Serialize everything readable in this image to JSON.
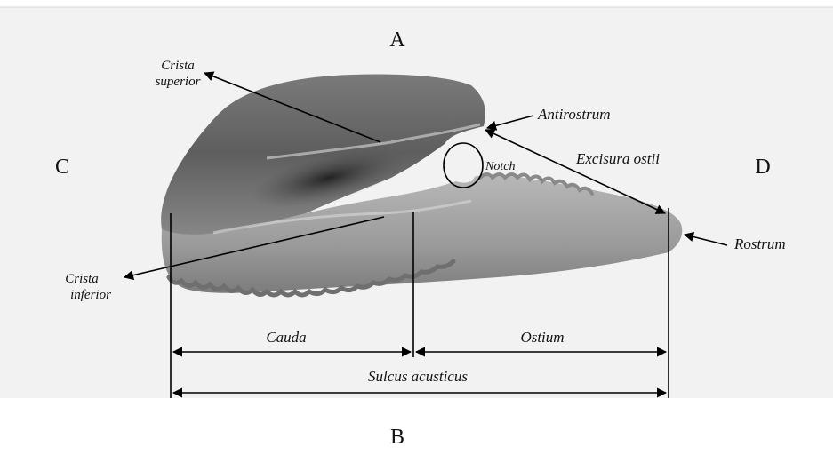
{
  "orientation": {
    "top": "A",
    "bottom": "B",
    "left": "C",
    "right": "D"
  },
  "labels": {
    "crista_superior_line1": "Crista",
    "crista_superior_line2": "superior",
    "crista_inferior_line1": "Crista",
    "crista_inferior_line2": "inferior",
    "antirostrum": "Antirostrum",
    "excisura_ostii": "Excisura ostii",
    "notch": "Notch",
    "rostrum": "Rostrum"
  },
  "measurements": {
    "cauda": "Cauda",
    "ostium": "Ostium",
    "sulcus_acusticus": "Sulcus acusticus"
  },
  "colors": {
    "background": "#ffffff",
    "photo_background": "#f1f1f1",
    "otolith_dark": "#3f3f3f",
    "otolith_light": "#bdbdbd",
    "ink": "#000000"
  }
}
